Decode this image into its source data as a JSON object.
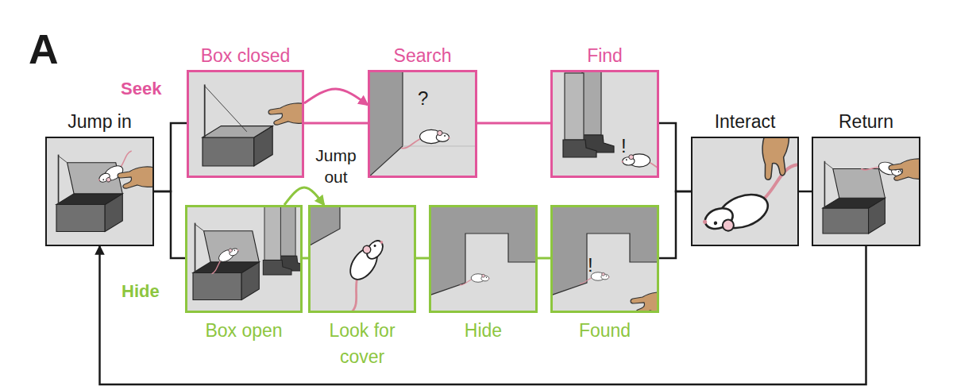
{
  "diagram": {
    "nodes": [
      {
        "text": [
          "Jump in"
        ]
      },
      {
        "text": [
          "Box closed"
        ]
      },
      {
        "text": [
          "Search"
        ]
      },
      {
        "text": [
          "Find"
        ]
      },
      {
        "text": [
          "Box open"
        ]
      },
      {
        "text": [
          "Look for cover"
        ]
      },
      {
        "text": [
          "Hide"
        ]
      },
      {
        "text": [
          "Found"
        ]
      },
      {
        "text": [
          "Interact"
        ]
      },
      {
        "text": [
          "Return"
        ]
      }
    ],
    "edges": [
      {
        "from": 0,
        "to": 1,
        "arrow": "none"
      },
      {
        "from": 0,
        "to": 4,
        "arrow": "none"
      },
      {
        "from": 1,
        "to": 2,
        "label": "Jump out",
        "arrow": "to"
      },
      {
        "from": 1,
        "to": 2,
        "arrow": "none"
      },
      {
        "from": 2,
        "to": 3,
        "arrow": "none"
      },
      {
        "from": 4,
        "to": 5,
        "arrow": "to"
      },
      {
        "from": 4,
        "to": 5,
        "arrow": "none"
      },
      {
        "from": 5,
        "to": 6,
        "arrow": "none"
      },
      {
        "from": 6,
        "to": 7,
        "arrow": "none"
      },
      {
        "from": 3,
        "to": 8,
        "arrow": "none"
      },
      {
        "from": 7,
        "to": 8,
        "arrow": "none"
      },
      {
        "from": 8,
        "to": 9,
        "arrow": "none"
      },
      {
        "from": 9,
        "to": 0,
        "arrow": "to"
      }
    ],
    "labels": [
      "A",
      "Seek",
      "Hide",
      "?",
      "!",
      "!"
    ]
  }
}
